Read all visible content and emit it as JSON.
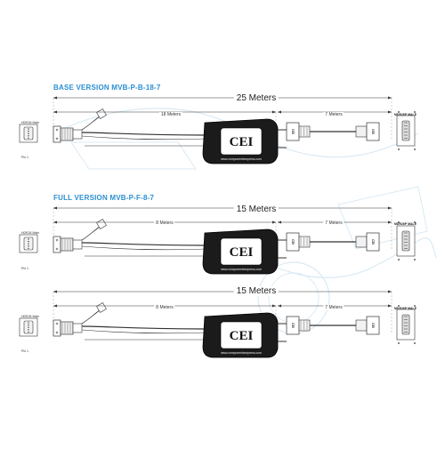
{
  "sections": [
    {
      "title": "BASE VERSION MVB-P-B-18-7",
      "total_length": "25 Meters",
      "left_length": "18 Meters",
      "right_length": "7 Meters",
      "left_connector_label": "HDR26 Male",
      "pin_label": "Pin 1",
      "right_connector_label": "MDR26P MALE",
      "brand": "CEI",
      "url": "www.componentsexpress.com",
      "right_plug_text": "CEI"
    },
    {
      "title": "FULL VERSION MVB-P-F-8-7",
      "total_length": "15 Meters",
      "left_length": "8 Meters",
      "right_length": "7 Meters",
      "left_connector_label": "HDR26 Male",
      "pin_label": "Pin 1",
      "right_connector_label": "MDR26P MALE",
      "brand": "CEI",
      "url": "www.componentsexpress.com",
      "right_plug_text": "CEI"
    },
    {
      "title": "",
      "total_length": "15 Meters",
      "left_length": "8 Meters",
      "right_length": "7 Meters",
      "left_connector_label": "HDR26 Male",
      "pin_label": "Pin 1",
      "right_connector_label": "MDR26P MALE",
      "brand": "CEI",
      "url": "www.componentsexpress.com",
      "right_plug_text": "CEI"
    }
  ],
  "colors": {
    "title": "#2a8fd0",
    "line": "#333333",
    "box_fill": "#f2f2f2",
    "module_fill": "#1b1b1b",
    "watermark": "#d6e8f4"
  },
  "icons": [
    "hdr26-connector-icon",
    "cable-module-icon",
    "mdr26-plug-icon",
    "pinout-face-icon"
  ]
}
